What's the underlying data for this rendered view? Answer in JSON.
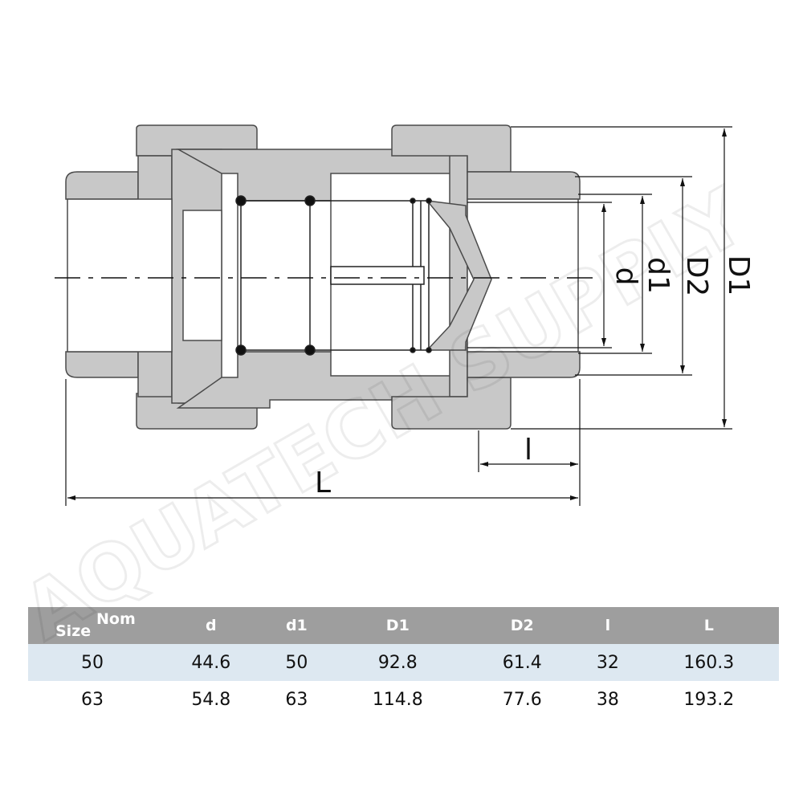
{
  "dimension_labels": {
    "d": "d",
    "d1": "d1",
    "D2": "D2",
    "D1": "D1",
    "l": "l",
    "L": "L"
  },
  "watermark": "AQUATECH SUPPLY",
  "table": {
    "size_label": "Size",
    "nom_label": "Nom",
    "headers": [
      "d",
      "d1",
      "D1",
      "D2",
      "l",
      "L"
    ],
    "rows": [
      [
        "50",
        "44.6",
        "50",
        "92.8",
        "61.4",
        "32",
        "160.3"
      ],
      [
        "63",
        "54.8",
        "63",
        "114.8",
        "77.6",
        "38",
        "193.2"
      ]
    ]
  },
  "colors": {
    "body_fill": "#c8c8c8",
    "outline": "#4a4a4a",
    "header_bg": "#9e9e9e",
    "row_highlight": "#dde8f1"
  }
}
